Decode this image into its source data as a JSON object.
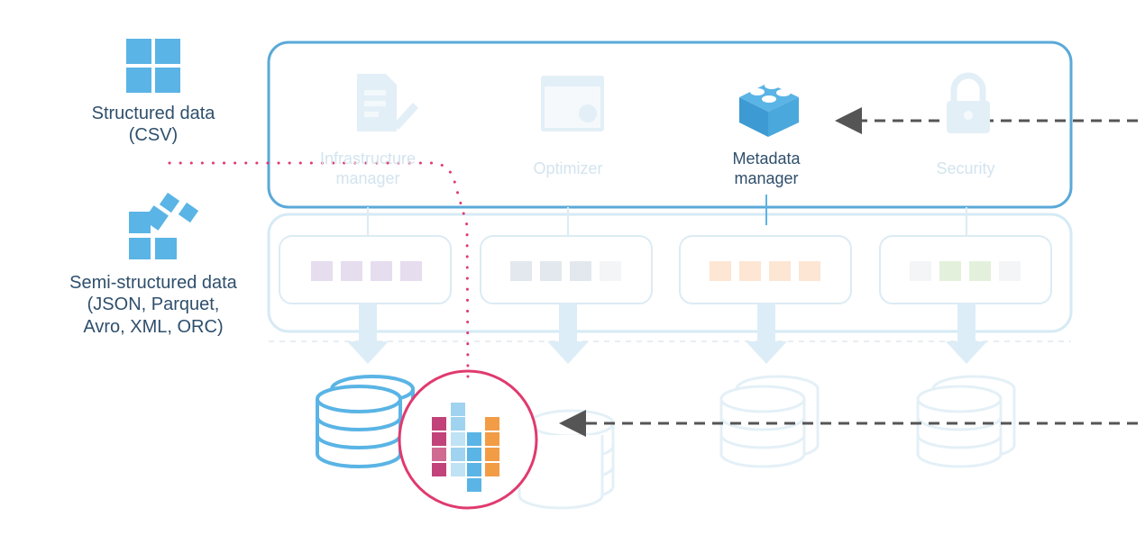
{
  "sources": {
    "structured": {
      "line1": "Structured data",
      "line2": "(CSV)",
      "icon": "windows-grid-icon"
    },
    "semi": {
      "line1": "Semi-structured data",
      "line2": "(JSON, Parquet,",
      "line3": "Avro, XML, ORC)",
      "icon": "scattered-squares-icon"
    }
  },
  "services": [
    {
      "line1": "Infrastructure",
      "line2": "manager",
      "icon": "document-pen-icon",
      "active": false
    },
    {
      "line1": "Optimizer",
      "line2": "",
      "icon": "window-gear-icon",
      "active": false
    },
    {
      "line1": "Metadata",
      "line2": "manager",
      "icon": "lego-block-icon",
      "active": true
    },
    {
      "line1": "Security",
      "line2": "",
      "icon": "padlock-icon",
      "active": false
    }
  ],
  "colors": {
    "accent": "#5ab4e5",
    "panel_border": "#5aa9d8",
    "highlight_circle": "#e03a6e",
    "dotted_path": "#e03a6e",
    "arrow": "#555555"
  }
}
